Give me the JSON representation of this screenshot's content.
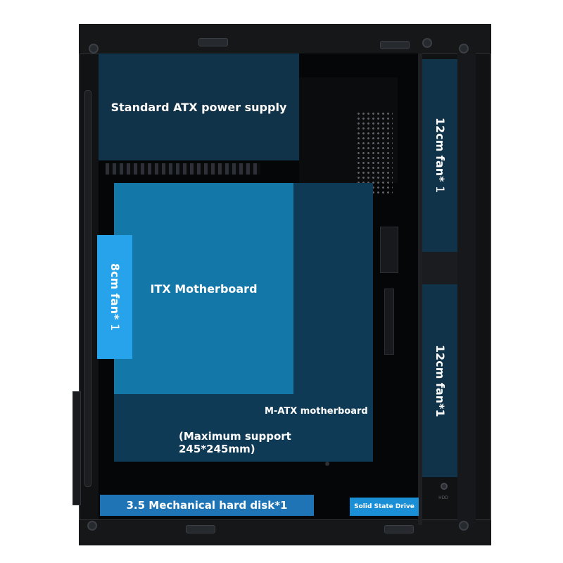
{
  "diagram": {
    "power_supply": "Standard ATX power supply",
    "fan_top_right": {
      "text": "12cm fan* ",
      "count": "1"
    },
    "fan_left": {
      "text": "8cm fan* ",
      "count": "1"
    },
    "fan_bottom_right": {
      "text": "12cm fan*1"
    },
    "itx": "ITX Motherboard",
    "matx": "M-ATX motherboard",
    "matx_support": "(Maximum support 245*245mm)",
    "hdd": "3.5 Mechanical hard disk*1",
    "ssd": "Solid State Drive",
    "hdd_port_label": "HDD"
  },
  "colors": {
    "case": "#111214",
    "dark_block": "#113349",
    "matx": "#0f3a55",
    "itx": "#1377a8",
    "fan8": "#26a3ea",
    "hdd": "#1f74b5",
    "ssd": "#1b8fd6"
  }
}
